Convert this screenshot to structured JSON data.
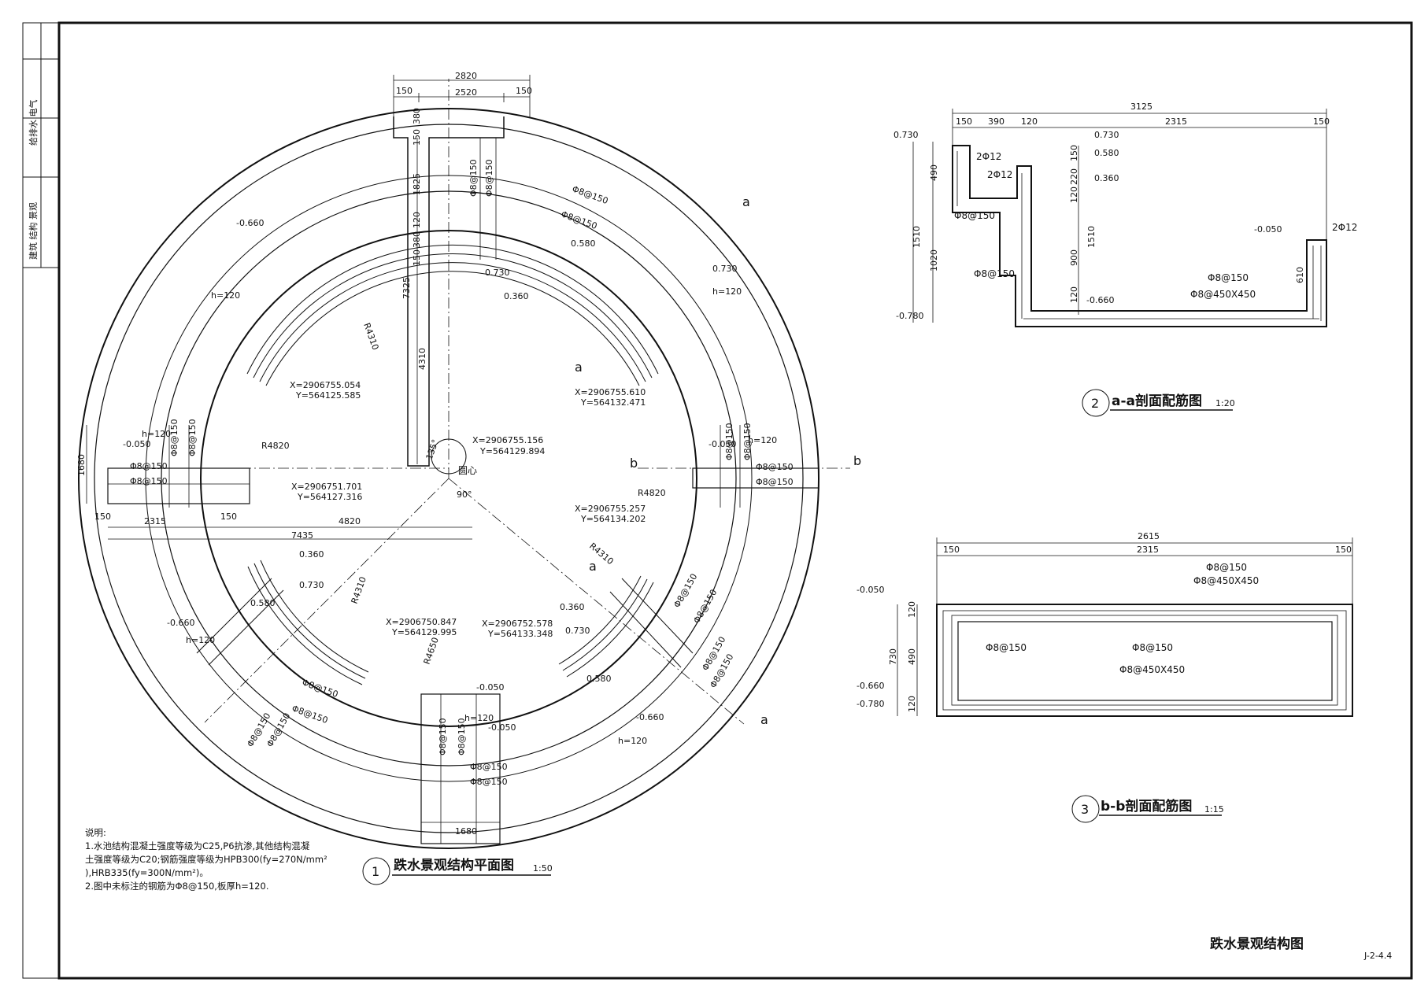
{
  "sheet": {
    "name": "跌水景观结构图",
    "number": "J-2-4.4",
    "sidebar_top": "给排水 电气",
    "sidebar_bottom": "建筑 结构 景观"
  },
  "views": {
    "plan": {
      "num": "1",
      "title": "跌水景观结构平面图",
      "scale": "1:50"
    },
    "aa": {
      "num": "2",
      "title": "a-a剖面配筋图",
      "scale": "1:20"
    },
    "bb": {
      "num": "3",
      "title": "b-b剖面配筋图",
      "scale": "1:15"
    }
  },
  "notes": {
    "heading": "说明:",
    "lines": [
      "1.水池结构混凝土强度等级为C25,P6抗渗,其他结构混凝",
      "土强度等级为C20;钢筋强度等级为HPB300(fy=270N/mm²",
      "),HRB335(fy=300N/mm²)。",
      "2.图中未标注的钢筋为Φ8@150,板厚h=120."
    ]
  },
  "plan": {
    "center": "圆心",
    "center_coord": {
      "x": "X=2906755.156",
      "y": "Y=564129.894"
    },
    "angle_top": "135°",
    "angle_bottom": "90°",
    "radii": [
      "R4310",
      "R4820",
      "R4820",
      "R4310",
      "R4310",
      "R4650"
    ],
    "coords": [
      {
        "x": "X=2906755.054",
        "y": "Y=564125.585"
      },
      {
        "x": "X=2906755.610",
        "y": "Y=564132.471"
      },
      {
        "x": "X=2906751.701",
        "y": "Y=564127.316"
      },
      {
        "x": "X=2906755.257",
        "y": "Y=564134.202"
      },
      {
        "x": "X=2906750.847",
        "y": "Y=564129.995"
      },
      {
        "x": "X=2906752.578",
        "y": "Y=564133.348"
      }
    ],
    "dims_top": [
      "2820",
      "150",
      "2520",
      "150"
    ],
    "dims_vertical": [
      "380",
      "150",
      "1825",
      "120",
      "380",
      "150",
      "7325",
      "4310"
    ],
    "dims_left": [
      "1680",
      "150",
      "2315",
      "150",
      "7435",
      "4820"
    ],
    "dims_bottom": "1680",
    "levels": [
      "-0.660",
      "-0.050",
      "0.580",
      "0.730",
      "0.360"
    ],
    "h": "h=120",
    "rebar": "Φ8@150",
    "section_a": "a",
    "section_b": "b"
  },
  "aa": {
    "dims_top": [
      "3125",
      "150",
      "390",
      "120",
      "2315",
      "150"
    ],
    "dims_left": [
      "490",
      "1510",
      "1020"
    ],
    "dims_inner": [
      "150",
      "220",
      "120",
      "1510",
      "900",
      "120"
    ],
    "dim_right": "610",
    "levels": [
      "0.730",
      "-0.780",
      "0.730",
      "0.580",
      "0.360",
      "-0.050",
      "-0.660"
    ],
    "rebar_main": "2Φ12",
    "rebar": "Φ8@150",
    "rebar_mesh": "Φ8@450X450"
  },
  "bb": {
    "dims_top": [
      "2615",
      "150",
      "2315",
      "150"
    ],
    "dims_left": [
      "120",
      "730",
      "490",
      "120"
    ],
    "levels": [
      "-0.050",
      "-0.660",
      "-0.780"
    ],
    "rebar": "Φ8@150",
    "rebar_mesh": "Φ8@450X450"
  }
}
